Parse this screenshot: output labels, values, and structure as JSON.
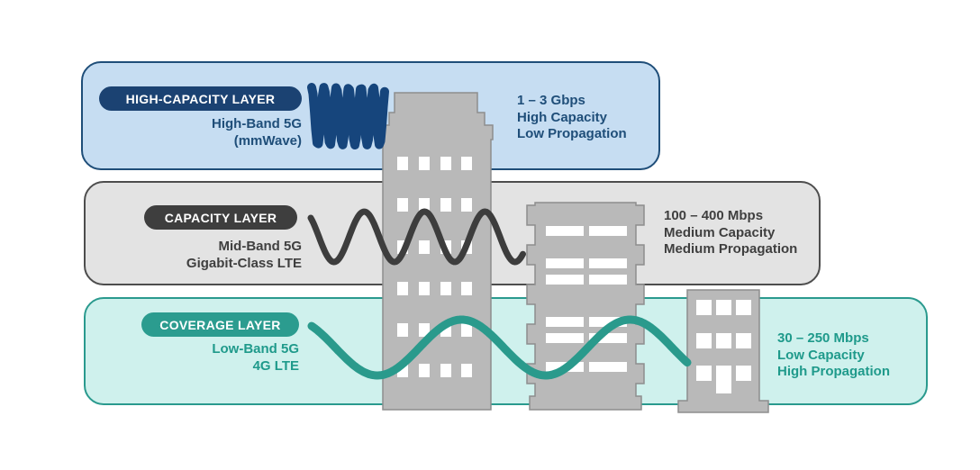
{
  "layers": [
    {
      "pill": "HIGH-CAPACITY LAYER",
      "bands": [
        "High-Band 5G",
        "(mmWave)"
      ],
      "stats": [
        "1 – 3 Gbps",
        "High Capacity",
        "Low Propagation"
      ],
      "colors": {
        "panel_fill": "#c6ddf2",
        "panel_border": "#1f4e79",
        "pill_bg": "#1b4272",
        "text": "#1f4e79",
        "wave": "#16457c"
      }
    },
    {
      "pill": "CAPACITY LAYER",
      "bands": [
        "Mid-Band 5G",
        "Gigabit-Class LTE"
      ],
      "stats": [
        "100 – 400 Mbps",
        "Medium Capacity",
        "Medium Propagation"
      ],
      "colors": {
        "panel_fill": "#e3e3e3",
        "panel_border": "#4d4d4d",
        "pill_bg": "#3e3e3e",
        "text": "#3f3f3f",
        "wave": "#3d3d3d"
      }
    },
    {
      "pill": "COVERAGE LAYER",
      "bands": [
        "Low-Band 5G",
        "4G LTE"
      ],
      "stats": [
        "30 – 250 Mbps",
        "Low Capacity",
        "High Propagation"
      ],
      "colors": {
        "panel_fill": "#cff1ed",
        "panel_border": "#2a9a8e",
        "pill_bg": "#2b9c8f",
        "text": "#1f9a8b",
        "wave": "#2a9a8c"
      }
    }
  ],
  "icons": {
    "buildings_color": "#b9b9b9",
    "buildings_outline": "#8e8e8e",
    "window_color": "#ffffff",
    "names": [
      "high-frequency-wave-icon",
      "medium-frequency-wave-icon",
      "low-frequency-wave-icon",
      "tall-skyscraper-icon",
      "mid-rise-building-icon",
      "low-rise-building-icon"
    ]
  }
}
